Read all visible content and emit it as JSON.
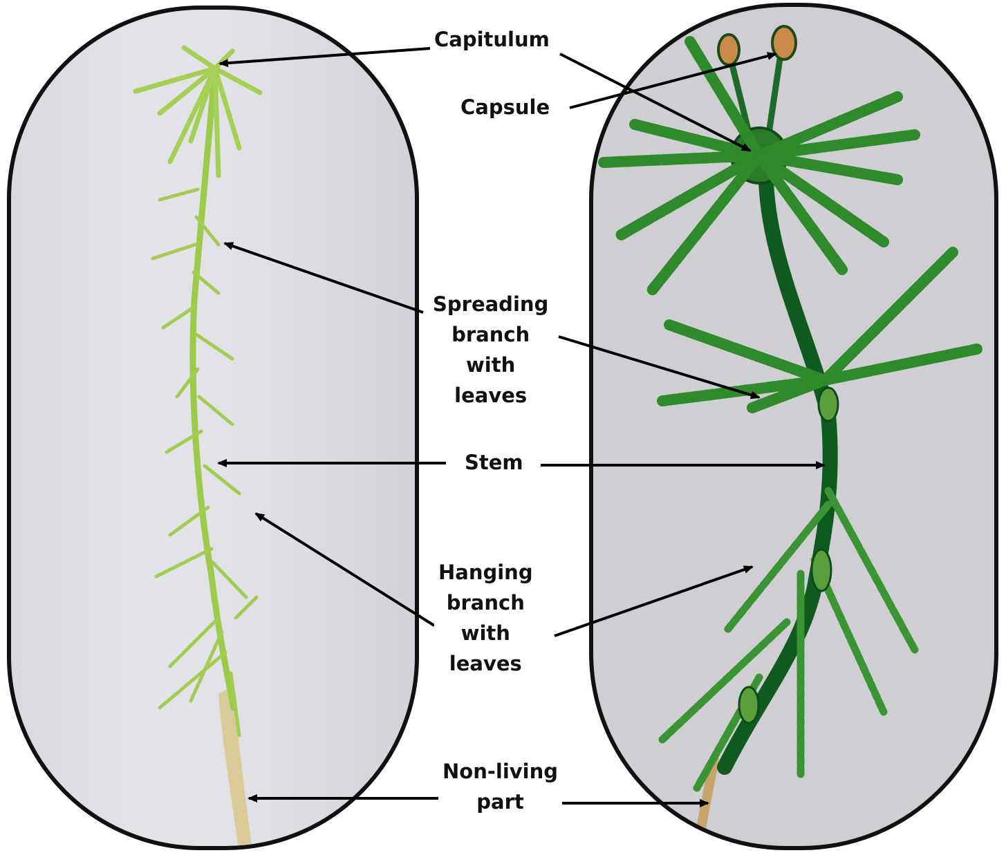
{
  "labels": {
    "capitulum": "Capitulum",
    "capsule": "Capsule",
    "spreading_branch": "Spreading\nbranch\nwith\nleaves",
    "stem": "Stem",
    "hanging_branch": "Hanging\nbranch\nwith\nleaves",
    "non_living_part": "Non-living\npart"
  },
  "colors": {
    "photo_plant": "#9ec94a",
    "photo_base": "#d9c88a",
    "drawing_stem": "#0f5a1e",
    "drawing_leaf": "#2e8a2a",
    "drawing_leaf_light": "#6fb84a",
    "capsule": "#c98a4a",
    "non_living": "#c6a46a",
    "arrow": "#000000"
  }
}
